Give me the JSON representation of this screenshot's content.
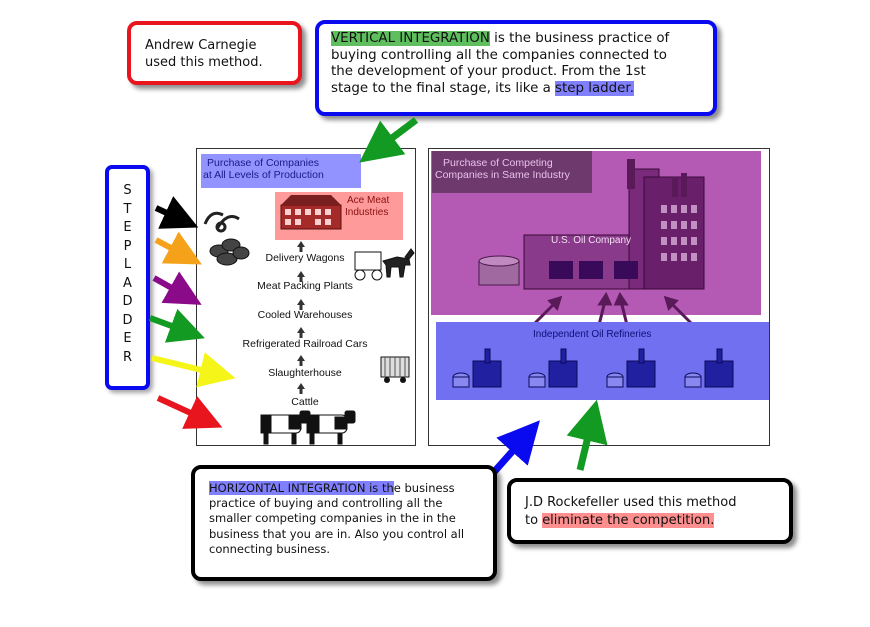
{
  "carnegie_note": {
    "line1": "Andrew Carnegie",
    "line2": "used this method."
  },
  "vertical_note": {
    "term": "VERTICAL INTEGRATION",
    "line1_rest": " is the business practice of",
    "line2": "buying controlling all the companies connected to",
    "line3": "the development of your product. From the 1st",
    "line4_prefix": "stage to the final stage, its like a ",
    "line4_highlight": "step ladder."
  },
  "stepladder": {
    "letters": [
      "S",
      "T",
      "E",
      "P",
      "L",
      "A",
      "D",
      "D",
      "E",
      "R"
    ]
  },
  "vertical_diagram": {
    "header_line1": "Purchase of Companies",
    "header_line2": "at All Levels of Production",
    "company_line1": "Ace Meat",
    "company_line2": "Industries",
    "steps": [
      "Delivery Wagons",
      "Meat Packing Plants",
      "Cooled Warehouses",
      "Refrigerated Railroad Cars",
      "Slaughterhouse",
      "Cattle"
    ]
  },
  "horizontal_diagram": {
    "header_line1": "Purchase of Competing",
    "header_line2": "Companies in Same Industry",
    "company": "U.S. Oil Company",
    "refineries": "Independent Oil Refineries"
  },
  "horizontal_note": {
    "term_highlight": "HORIZONTAL INTEGRATION is th",
    "line1_rest": "e business",
    "line2": "practice of buying and controlling all the",
    "line3": "smaller competing companies in the in the",
    "line4": "business that you are in. Also you control all",
    "line5": "connecting business."
  },
  "rockefeller_note": {
    "line1": "J.D Rockefeller used this method",
    "line2_prefix": "to ",
    "line2_highlight": "eliminate the competition."
  },
  "colors": {
    "red_border": "#e8141e",
    "blue_border": "#0a0af0",
    "black_border": "#000000",
    "green_highlight": "#5fbf5f",
    "blue_highlight": "#8080ff",
    "red_highlight": "#ff8f8f",
    "magenta_overlay": "#b45ab4",
    "blue_overlay": "#7070f0"
  }
}
